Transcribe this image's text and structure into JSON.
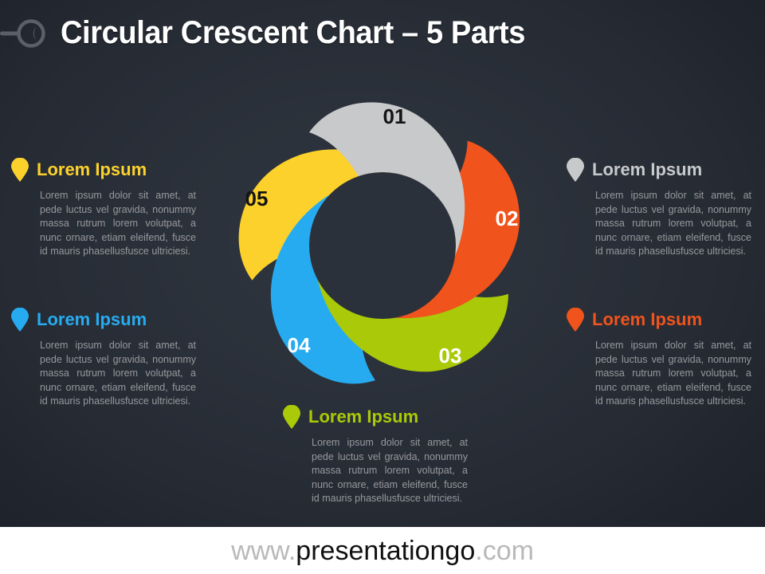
{
  "slide": {
    "title": "Circular Crescent Chart – 5 Parts",
    "background_outer": "#1b1f27",
    "background_inner": "#30363f",
    "decor_icon": "ring-pin-icon"
  },
  "footer": {
    "prefix": "www.",
    "brand": "presentationgo",
    "suffix": ".com"
  },
  "palette": {
    "gray": "#C8C9CB",
    "orange": "#F0531C",
    "green": "#AAC908",
    "blue": "#27ABF0",
    "yellow": "#FCD12B"
  },
  "chart_data": {
    "type": "pie",
    "title": "Circular Crescent Chart – 5 Parts",
    "subtitle": "",
    "legend_position": "left-right-bottom",
    "grid": false,
    "categories": [
      "01",
      "02",
      "03",
      "04",
      "05"
    ],
    "values": [
      20,
      20,
      20,
      20,
      20
    ],
    "segments": [
      {
        "number": "01",
        "color": "#C8C9CB",
        "label_color": "#141414",
        "angle_deg": 0,
        "label": "Lorem Ipsum"
      },
      {
        "number": "02",
        "color": "#F0531C",
        "label_color": "#ffffff",
        "angle_deg": 72,
        "label": "Lorem Ipsum"
      },
      {
        "number": "03",
        "color": "#AAC908",
        "label_color": "#ffffff",
        "angle_deg": 144,
        "label": "Lorem Ipsum"
      },
      {
        "number": "04",
        "color": "#27ABF0",
        "label_color": "#ffffff",
        "angle_deg": 216,
        "label": "Lorem Ipsum"
      },
      {
        "number": "05",
        "color": "#FCD12B",
        "label_color": "#141414",
        "angle_deg": 288,
        "label": "Lorem Ipsum"
      }
    ],
    "xlabel": "",
    "ylabel": ""
  },
  "blocks": [
    {
      "id": "01",
      "pin_icon": "pin-marker-icon",
      "color": "#FCD12B",
      "title": "Lorem Ipsum",
      "body": "Lorem ipsum dolor sit amet, at pede luctus vel gravida, nonummy massa rutrum lorem volutpat, a nunc ornare, etiam eleifend, fusce id mauris phasellusfusce ultriciesi."
    },
    {
      "id": "02",
      "pin_icon": "pin-marker-icon",
      "color": "#C8C9CB",
      "title": "Lorem Ipsum",
      "body": "Lorem ipsum dolor sit amet, at pede luctus vel gravida, nonummy massa rutrum lorem volutpat, a nunc ornare, etiam eleifend, fusce id mauris phasellusfusce ultriciesi."
    },
    {
      "id": "03",
      "pin_icon": "pin-marker-icon",
      "color": "#27ABF0",
      "title": "Lorem Ipsum",
      "body": "Lorem ipsum dolor sit amet, at pede luctus vel gravida, nonummy massa rutrum lorem volutpat, a nunc ornare, etiam eleifend, fusce id mauris phasellusfusce ultriciesi."
    },
    {
      "id": "04",
      "pin_icon": "pin-marker-icon",
      "color": "#F0531C",
      "title": "Lorem Ipsum",
      "body": "Lorem ipsum dolor sit amet, at pede luctus vel gravida, nonummy massa rutrum lorem volutpat, a nunc ornare, etiam eleifend, fusce id mauris phasellusfusce ultriciesi."
    },
    {
      "id": "05",
      "pin_icon": "pin-marker-icon",
      "color": "#AAC908",
      "title": "Lorem Ipsum",
      "body": "Lorem ipsum dolor sit amet, at pede luctus vel gravida, nonummy massa rutrum lorem volutpat, a nunc ornare, etiam eleifend, fusce id mauris phasellusfusce ultriciesi."
    }
  ]
}
